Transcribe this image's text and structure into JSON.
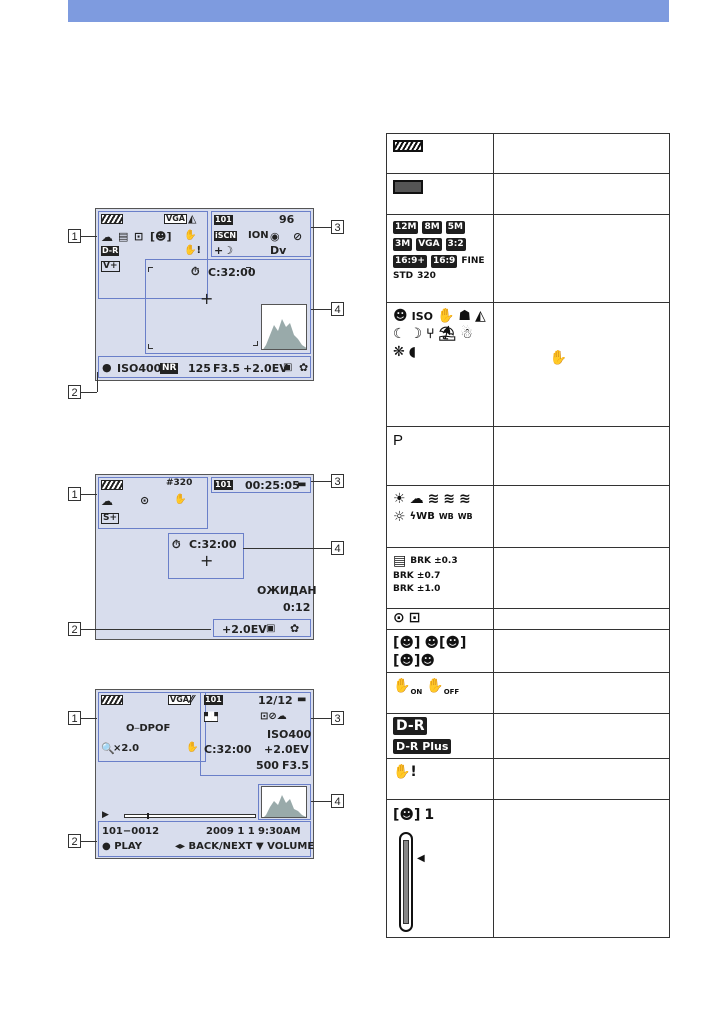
{
  "screen1": {
    "callouts": [
      "1",
      "2",
      "3",
      "4"
    ],
    "top_left": {
      "size_icon": "VGA"
    },
    "top_right": {
      "folder": "101",
      "count": "96"
    },
    "center": {
      "timer_text": "C:32:00"
    },
    "side_badges": {
      "dr": "D-R",
      "v": "V+",
      "ion": "ION"
    },
    "bottom": {
      "iso": "ISO400",
      "nr": "NR",
      "shutter": "125",
      "aperture": "F3.5",
      "ev": "+2.0EV"
    }
  },
  "screen2": {
    "callouts": [
      "1",
      "2",
      "3",
      "4"
    ],
    "top": {
      "size_icon": "#320",
      "folder": "101",
      "time": "00:25:05"
    },
    "center": {
      "timer_text": "C:32:00"
    },
    "status": {
      "standby": "ОЖИДАН",
      "remaining": "0:12"
    },
    "bottom": {
      "ev": "+2.0EV"
    }
  },
  "screen3": {
    "callouts": [
      "1",
      "2",
      "3",
      "4"
    ],
    "left": {
      "size_icon": "VGA",
      "dpof": "DPOF",
      "zoom": "×2.0"
    },
    "right": {
      "folder": "101",
      "count": "12/12",
      "iso": "ISO400",
      "timer": "C:32:00",
      "ev": "+2.0EV",
      "shutter": "500",
      "aperture": "F3.5"
    },
    "info": {
      "file": "101−0012",
      "date": "2009  1  1",
      "time": "9:30AM"
    },
    "controls": {
      "play": "PLAY",
      "backnext": "BACK/NEXT",
      "volume": "VOLUME"
    }
  },
  "table": {
    "rows": [
      {
        "labels": []
      },
      {
        "labels": []
      },
      {
        "labels": [
          "12M",
          "8M",
          "5M",
          "3M",
          "VGA",
          "3:2",
          "16:9+",
          "16:9",
          "FINE",
          "STD",
          "320"
        ]
      },
      {
        "labels": [
          "ISO"
        ]
      },
      {
        "labels": [
          "P"
        ]
      },
      {
        "labels": [
          "WB",
          "WB"
        ]
      },
      {
        "labels": [
          "BRK ±0.3",
          "BRK ±0.7",
          "BRK ±1.0"
        ]
      },
      {
        "labels": []
      },
      {
        "labels": []
      },
      {
        "labels": [
          "ON",
          "OFF"
        ]
      },
      {
        "labels": [
          "D-R",
          "D-R Plus"
        ]
      },
      {
        "labels": []
      },
      {
        "labels": [
          "1"
        ]
      }
    ]
  }
}
